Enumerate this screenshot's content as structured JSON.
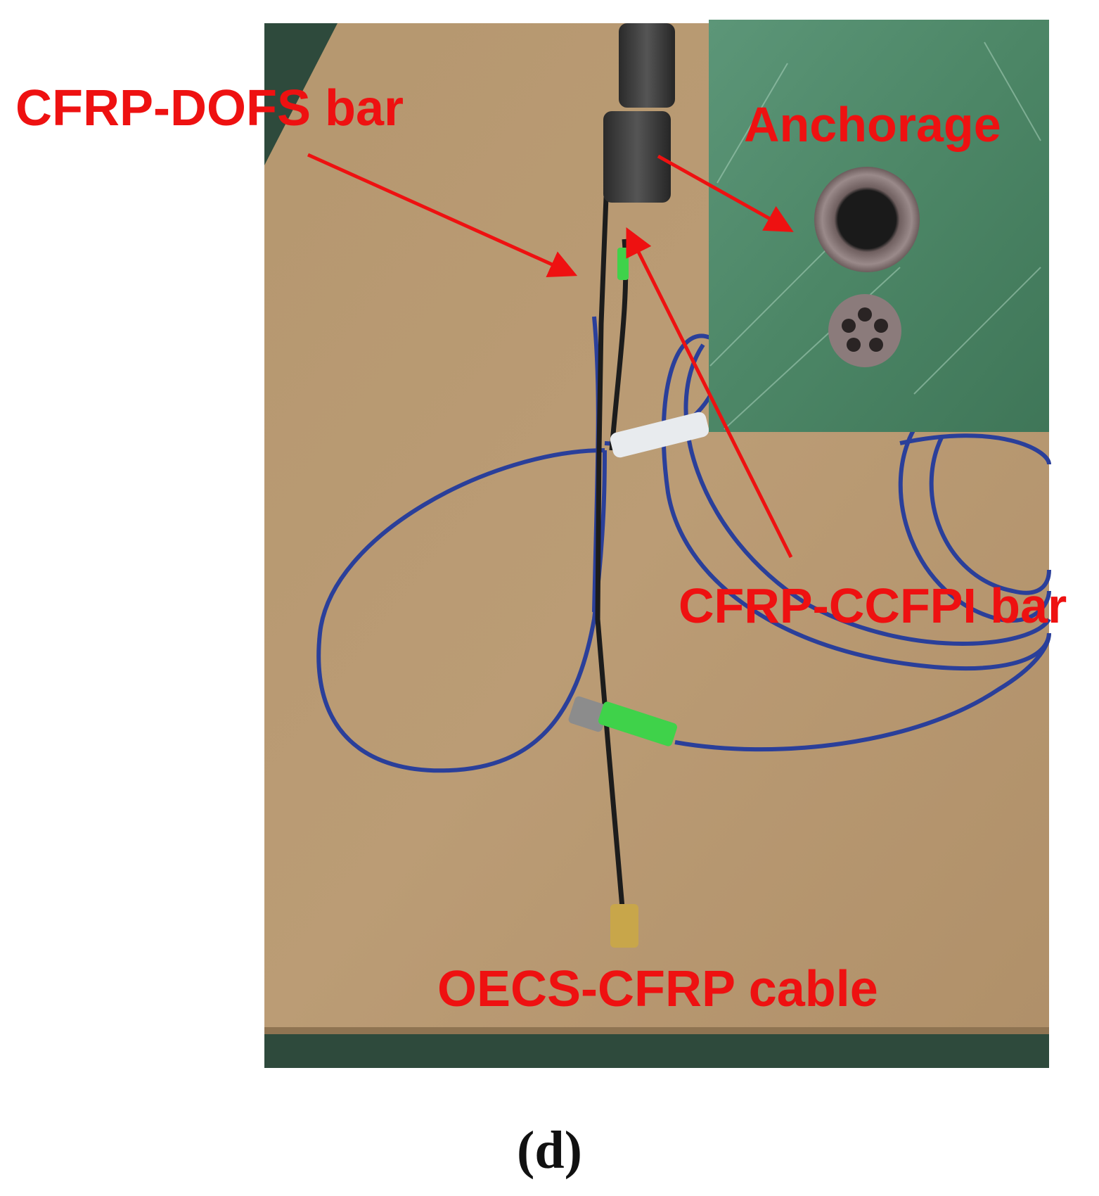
{
  "figure": {
    "labels": {
      "dofs_bar": "CFRP-DOFS bar",
      "anchorage": "Anchorage",
      "ccfpi_bar": "CFRP-CCFPI bar",
      "oecs_cable": "OECS-CFRP cable"
    },
    "caption": "(d)"
  },
  "colors": {
    "label": "#ee1111",
    "cardboard": "#b89a72",
    "floor": "#2e4a3c",
    "inset_bg": "#4f8a6a",
    "blue_cable": "#2a3f9a",
    "black_cable": "#1c1c1c",
    "green_connector": "#3fd24a"
  }
}
